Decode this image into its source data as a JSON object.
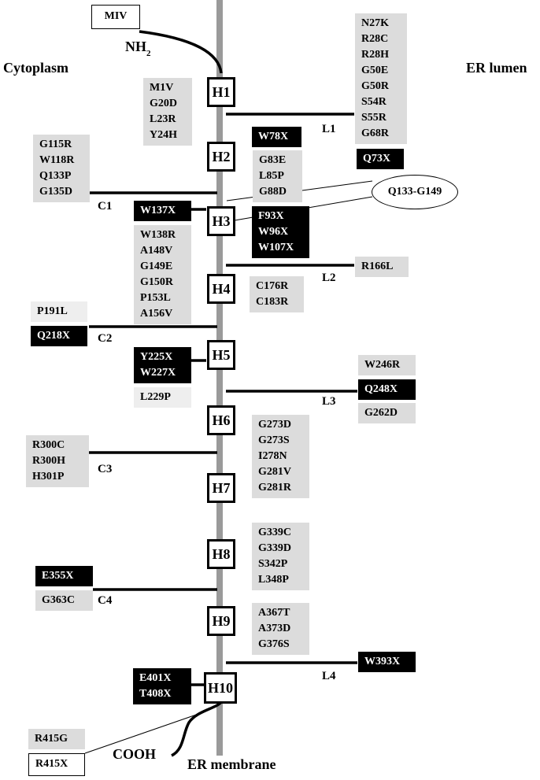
{
  "region_labels": {
    "cytoplasm": "Cytoplasm",
    "er_lumen": "ER lumen",
    "er_membrane": "ER membrane"
  },
  "termini": {
    "n": "NH",
    "n_sub": "2",
    "c": "COOH"
  },
  "segments": {
    "h1": "H1",
    "h2": "H2",
    "h3": "H3",
    "h4": "H4",
    "h5": "H5",
    "h6": "H6",
    "h7": "H7",
    "h8": "H8",
    "h9": "H9",
    "h10": "H10"
  },
  "loops": {
    "l1": "L1",
    "l2": "L2",
    "l3": "L3",
    "l4": "L4",
    "c1": "C1",
    "c2": "C2",
    "c3": "C3",
    "c4": "C4"
  },
  "mutations": {
    "miv": "MIV",
    "nterm_lumen": [
      "N27K",
      "R28C",
      "R28H",
      "G50E",
      "G50R",
      "S54R",
      "S55R",
      "G68R"
    ],
    "h1": [
      "M1V",
      "G20D",
      "L23R",
      "Y24H"
    ],
    "w78x": "W78X",
    "q73x": "Q73X",
    "h2": [
      "G83E",
      "L85P",
      "G88D"
    ],
    "c1": [
      "G115R",
      "W118R",
      "Q133P",
      "G135D"
    ],
    "w137x": "W137X",
    "deletion": "Q133-G149",
    "h3_stop": [
      "F93X",
      "W96X",
      "W107X"
    ],
    "h3": [
      "W138R",
      "A148V",
      "G149E",
      "G150R",
      "P153L",
      "A156V"
    ],
    "r166l": "R166L",
    "h4": [
      "C176R",
      "C183R"
    ],
    "p191l": "P191L",
    "q218x": "Q218X",
    "h5_stop": [
      "Y225X",
      "W227X"
    ],
    "l229p": "L229P",
    "w246r": "W246R",
    "q248x": "Q248X",
    "g262d": "G262D",
    "c3": [
      "R300C",
      "R300H",
      "H301P"
    ],
    "h6": [
      "G273D",
      "G273S",
      "I278N",
      "G281V",
      "G281R"
    ],
    "h8": [
      "G339C",
      "G339D",
      "S342P",
      "L348P"
    ],
    "e355x": "E355X",
    "g363c": "G363C",
    "h9": [
      "A367T",
      "A373D",
      "G376S"
    ],
    "w393x": "W393X",
    "h10_stop": [
      "E401X",
      "T408X"
    ],
    "r415g": "R415G",
    "r415x": "R415X"
  },
  "colors": {
    "membrane": "#9a9a9a",
    "missense": "#dcdcdc",
    "missense_light": "#eeeeee",
    "nonsense": "#000000"
  }
}
